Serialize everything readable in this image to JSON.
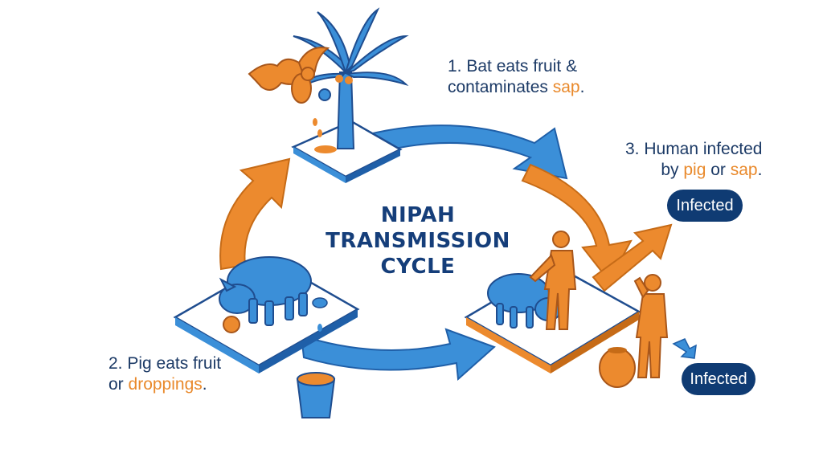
{
  "title": {
    "line1": "NIPAH",
    "line2": "TRANSMISSION",
    "line3": "CYCLE"
  },
  "steps": [
    {
      "line1": "1. Bat eats fruit &",
      "line2_prefix": "contaminates ",
      "line2_highlight": "sap",
      "line2_suffix": "."
    },
    {
      "line1": "2. Pig eats fruit",
      "line2_prefix": "or ",
      "line2_highlight": "droppings",
      "line2_suffix": "."
    },
    {
      "line1": "3. Human infected",
      "line2_prefix": "by ",
      "line2_highlight": "pig",
      "line2_mid": " or ",
      "line2_highlight2": "sap",
      "line2_suffix": "."
    }
  ],
  "badges": {
    "top": "Infected",
    "bottom": "Infected"
  },
  "colors": {
    "blue": "#3b8fd8",
    "orange": "#ec8a2e",
    "navy": "#0f3b73",
    "text": "#1c3a66"
  }
}
